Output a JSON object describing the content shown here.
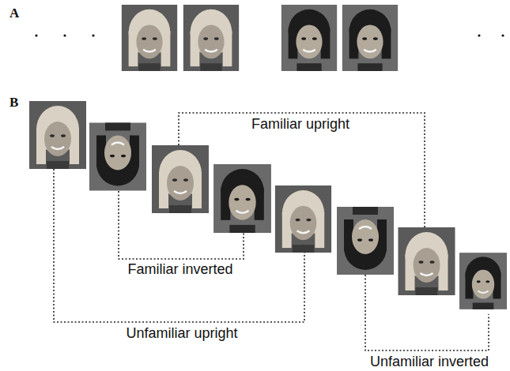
{
  "diagram": {
    "labels": [
      "A",
      "B",
      "Familiar upright",
      "Familiar inverted",
      "Unfamiliar upright",
      "Unfamiliar inverted"
    ]
  }
}
